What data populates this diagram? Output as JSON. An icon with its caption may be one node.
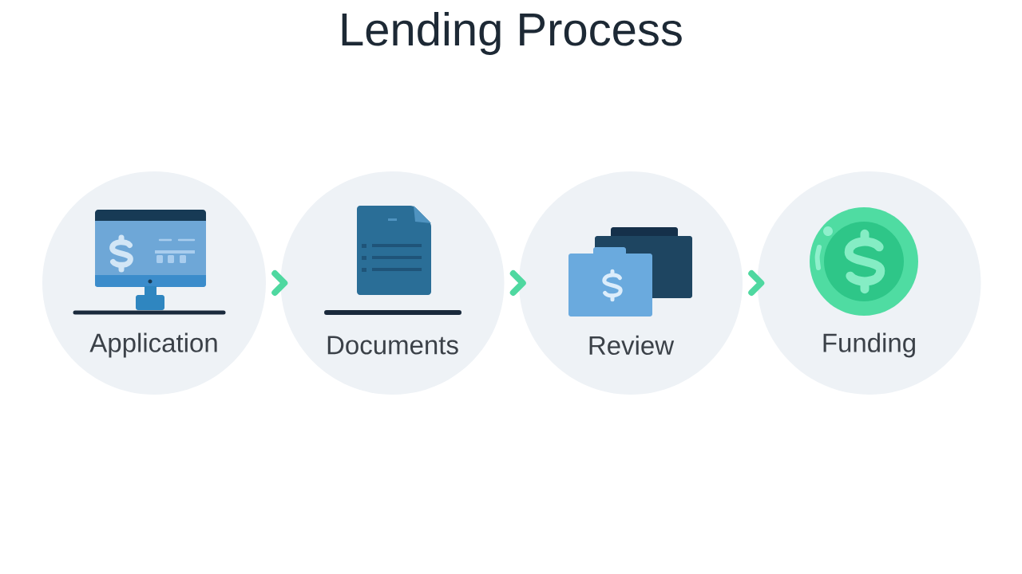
{
  "diagram": {
    "title": "Lending Process",
    "nodes": [
      {
        "text": [
          "Application"
        ]
      },
      {
        "text": [
          "Documents"
        ]
      },
      {
        "text": [
          "Review"
        ]
      },
      {
        "text": [
          "Funding"
        ]
      }
    ],
    "edges": [
      {
        "from": 0,
        "to": 1,
        "arrow": "to"
      },
      {
        "from": 1,
        "to": 2,
        "arrow": "to"
      },
      {
        "from": 2,
        "to": 3,
        "arrow": "to"
      }
    ]
  }
}
